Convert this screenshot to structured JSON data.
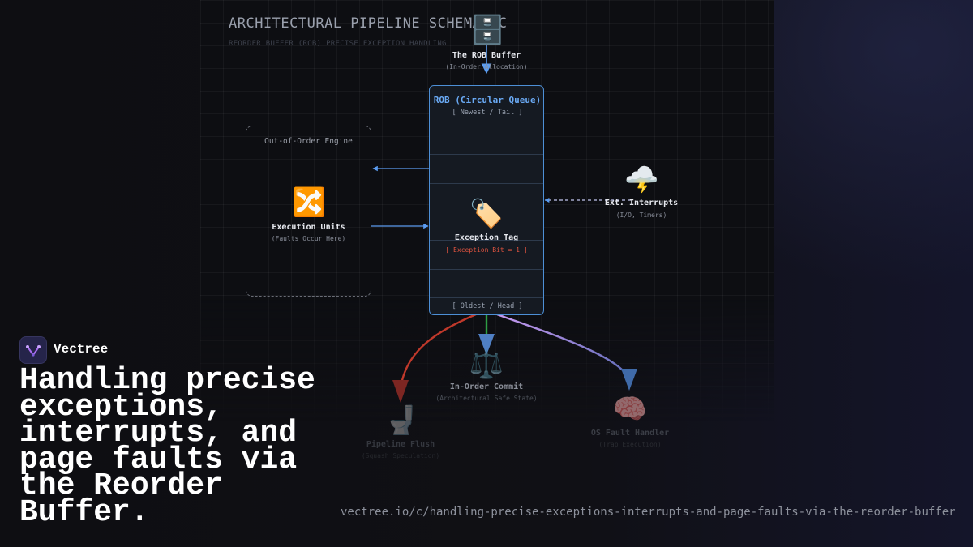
{
  "diagram": {
    "title": "ARCHITECTURAL PIPELINE SCHEMATIC",
    "subtitle": "REORDER BUFFER (ROB) PRECISE EXCEPTION HANDLING",
    "rob_buffer": {
      "icon": "file-cabinet-icon",
      "glyph": "🗄️",
      "title": "The ROB Buffer",
      "subtitle": "(In-Order Allocation)"
    },
    "rob_queue": {
      "title": "ROB (Circular Queue)",
      "tail_label": "[ Newest / Tail ]",
      "head_label": "[ Oldest / Head ]"
    },
    "ooo_engine": {
      "label": "Out-of-Order Engine"
    },
    "execution_units": {
      "icon": "shuffle-icon",
      "glyph": "🔀",
      "title": "Execution Units",
      "subtitle": "(Faults Occur Here)"
    },
    "exception_tag": {
      "icon": "tag-icon",
      "glyph": "🏷️",
      "title": "Exception Tag",
      "subtitle": "[ Exception Bit = 1 ]"
    },
    "ext_interrupts": {
      "icon": "storm-cloud-icon",
      "glyph": "🌩️",
      "title": "Ext. Interrupts",
      "subtitle": "(I/O, Timers)"
    },
    "in_order_commit": {
      "icon": "scales-icon",
      "glyph": "⚖️",
      "title": "In-Order Commit",
      "subtitle": "(Architectural Safe State)"
    },
    "pipeline_flush": {
      "icon": "toilet-icon",
      "glyph": "🚽",
      "title": "Pipeline Flush",
      "subtitle": "(Squash Speculation)"
    },
    "os_fault_handler": {
      "icon": "brain-icon",
      "glyph": "🧠",
      "title": "OS Fault Handler",
      "subtitle": "(Trap Execution)"
    },
    "colors": {
      "accent_blue": "#5b9cf0",
      "exception_red": "#e0533f",
      "flush_red": "#c0392b",
      "commit_green": "#2e9e44",
      "handler_purple": "#b38ae8",
      "interrupt_dashed": "#c3c6f0"
    }
  },
  "brand": {
    "name": "Vectree",
    "logo_icon": "vectree-logo-icon"
  },
  "headline": "Handling precise exceptions, interrupts, and page faults via the Reorder Buffer.",
  "url": "vectree.io/c/handling-precise-exceptions-interrupts-and-page-faults-via-the-reorder-buffer"
}
